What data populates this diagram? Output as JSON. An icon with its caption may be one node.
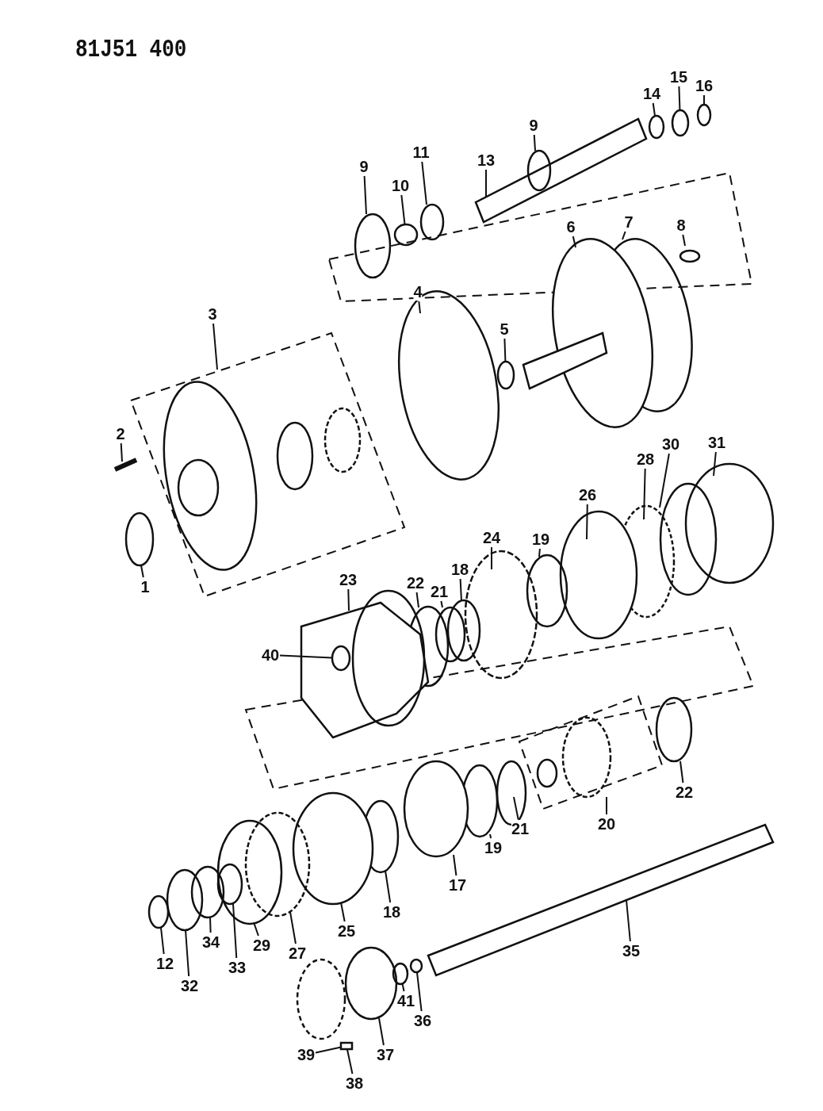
{
  "diagram": {
    "nodes": [
      {
        "text": [
          "16"
        ]
      },
      {
        "text": [
          "15"
        ]
      },
      {
        "text": [
          "14"
        ]
      },
      {
        "text": [
          "9"
        ]
      },
      {
        "text": [
          "11"
        ]
      },
      {
        "text": [
          "13"
        ]
      },
      {
        "text": [
          "9"
        ]
      },
      {
        "text": [
          "10"
        ]
      },
      {
        "text": [
          "7"
        ]
      },
      {
        "text": [
          "8"
        ]
      },
      {
        "text": [
          "6"
        ]
      },
      {
        "text": [
          "4"
        ]
      },
      {
        "text": [
          "3"
        ]
      },
      {
        "text": [
          "5"
        ]
      },
      {
        "text": [
          "2"
        ]
      },
      {
        "text": [
          "31"
        ]
      },
      {
        "text": [
          "30"
        ]
      },
      {
        "text": [
          "28"
        ]
      },
      {
        "text": [
          "26"
        ]
      },
      {
        "text": [
          "19"
        ]
      },
      {
        "text": [
          "24"
        ]
      },
      {
        "text": [
          "18"
        ]
      },
      {
        "text": [
          "22"
        ]
      },
      {
        "text": [
          "23"
        ]
      },
      {
        "text": [
          "21"
        ]
      },
      {
        "text": [
          "1"
        ]
      },
      {
        "text": [
          "40"
        ]
      },
      {
        "text": [
          "22"
        ]
      },
      {
        "text": [
          "20"
        ]
      },
      {
        "text": [
          "21"
        ]
      },
      {
        "text": [
          "19"
        ]
      },
      {
        "text": [
          "17"
        ]
      },
      {
        "text": [
          "18"
        ]
      },
      {
        "text": [
          "25"
        ]
      },
      {
        "text": [
          "29"
        ]
      },
      {
        "text": [
          "34"
        ]
      },
      {
        "text": [
          "35"
        ]
      },
      {
        "text": [
          "27"
        ]
      },
      {
        "text": [
          "12"
        ]
      },
      {
        "text": [
          "33"
        ]
      },
      {
        "text": [
          "32"
        ]
      },
      {
        "text": [
          "41"
        ]
      },
      {
        "text": [
          "36"
        ]
      },
      {
        "text": [
          "39"
        ]
      },
      {
        "text": [
          "37"
        ]
      },
      {
        "text": [
          "38"
        ]
      },
      {
        "text": [],
        "shape": "circle"
      },
      {
        "text": [],
        "shape": "circle"
      },
      {
        "text": [],
        "shape": "circle"
      },
      {
        "text": [],
        "shape": "circle"
      },
      {
        "text": [],
        "shape": "circle"
      },
      {
        "text": [],
        "shape": "circle"
      },
      {
        "text": [],
        "shape": "circle"
      },
      {
        "text": [],
        "shape": "circle"
      },
      {
        "text": [],
        "shape": "bar"
      }
    ],
    "edges": [
      {
        "from": 0,
        "to": 46,
        "arrow": "none"
      },
      {
        "from": 1,
        "to": 47,
        "arrow": "none"
      },
      {
        "from": 2,
        "to": 48,
        "arrow": "none"
      },
      {
        "from": 3,
        "to": null,
        "arrow": "none"
      },
      {
        "from": 4,
        "to": null,
        "arrow": "none"
      },
      {
        "from": 5,
        "to": null,
        "arrow": "none"
      },
      {
        "from": 6,
        "to": null,
        "arrow": "none"
      },
      {
        "from": 7,
        "to": 49,
        "arrow": "none"
      },
      {
        "from": 8,
        "to": null,
        "arrow": "none"
      },
      {
        "from": 9,
        "to": null,
        "arrow": "none"
      },
      {
        "from": 10,
        "to": null,
        "arrow": "none"
      },
      {
        "from": 11,
        "to": null,
        "arrow": "none"
      },
      {
        "from": 12,
        "to": null,
        "arrow": "none"
      },
      {
        "from": 13,
        "to": 50,
        "arrow": "none"
      },
      {
        "from": 14,
        "to": null,
        "arrow": "none"
      },
      {
        "from": 15,
        "to": null,
        "arrow": "none"
      },
      {
        "from": 16,
        "to": null,
        "arrow": "none"
      },
      {
        "from": 17,
        "to": null,
        "arrow": "none"
      },
      {
        "from": 18,
        "to": null,
        "arrow": "none"
      },
      {
        "from": 19,
        "to": null,
        "arrow": "none"
      },
      {
        "from": 20,
        "to": null,
        "arrow": "none"
      },
      {
        "from": 21,
        "to": null,
        "arrow": "none"
      },
      {
        "from": 22,
        "to": null,
        "arrow": "none"
      },
      {
        "from": 23,
        "to": null,
        "arrow": "none"
      },
      {
        "from": 24,
        "to": null,
        "arrow": "none"
      },
      {
        "from": 25,
        "to": null,
        "arrow": "none"
      },
      {
        "from": 26,
        "to": 51,
        "arrow": "none"
      },
      {
        "from": 27,
        "to": null,
        "arrow": "none"
      },
      {
        "from": 28,
        "to": null,
        "arrow": "none"
      },
      {
        "from": 29,
        "to": null,
        "arrow": "none"
      },
      {
        "from": 30,
        "to": null,
        "arrow": "none"
      },
      {
        "from": 31,
        "to": null,
        "arrow": "none"
      },
      {
        "from": 32,
        "to": null,
        "arrow": "none"
      },
      {
        "from": 33,
        "to": null,
        "arrow": "none"
      },
      {
        "from": 34,
        "to": null,
        "arrow": "none"
      },
      {
        "from": 35,
        "to": null,
        "arrow": "none"
      },
      {
        "from": 36,
        "to": null,
        "arrow": "none"
      },
      {
        "from": 37,
        "to": null,
        "arrow": "none"
      },
      {
        "from": 38,
        "to": null,
        "arrow": "none"
      },
      {
        "from": 39,
        "to": null,
        "arrow": "none"
      },
      {
        "from": 40,
        "to": null,
        "arrow": "none"
      },
      {
        "from": 41,
        "to": 52,
        "arrow": "none"
      },
      {
        "from": 42,
        "to": 53,
        "arrow": "none"
      },
      {
        "from": 43,
        "to": 54,
        "arrow": "none"
      },
      {
        "from": 44,
        "to": null,
        "arrow": "none"
      },
      {
        "from": 45,
        "to": 54,
        "arrow": "none"
      }
    ],
    "labels": [
      "81J51 400"
    ]
  }
}
